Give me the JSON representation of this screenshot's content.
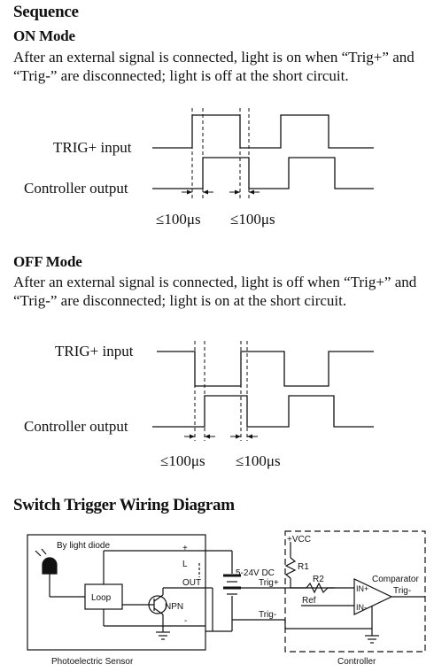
{
  "sequence": {
    "title": "Sequence"
  },
  "on_mode": {
    "title": "ON Mode",
    "description": "After an external signal is connected, light is on when “Trig+” and “Trig-” are disconnected; light is off at the short circuit.",
    "trig_label": "TRIG+ input",
    "output_label": "Controller output",
    "timing_1": "≤100μs",
    "timing_2": "≤100μs"
  },
  "off_mode": {
    "title": "OFF Mode",
    "description": "After an external signal is connected, light is off when “Trig+” and “Trig-” are disconnected; light is on at the short circuit.",
    "trig_label": "TRIG+ input",
    "output_label": "Controller output",
    "timing_1": "≤100μs",
    "timing_2": "≤100μs"
  },
  "wiring": {
    "title": "Switch Trigger Wiring Diagram",
    "labels": {
      "by_light_diode": "By light diode",
      "loop": "Loop",
      "npn": "NPN",
      "plus": "+",
      "l": "L",
      "out": "OUT",
      "minus": "-",
      "supply": "5-24V DC",
      "trig_plus": "Trig+",
      "trig_minus": "Trig-",
      "vcc": "+VCC",
      "r1": "R1",
      "r2": "R2",
      "ref": "Ref",
      "in_plus": "IN+",
      "in_minus": "IN-",
      "comparator": "Comparator",
      "comparator_trig": "Trig-",
      "photoelectric_sensor": "Photoelectric Sensor",
      "controller": "Controller"
    }
  }
}
